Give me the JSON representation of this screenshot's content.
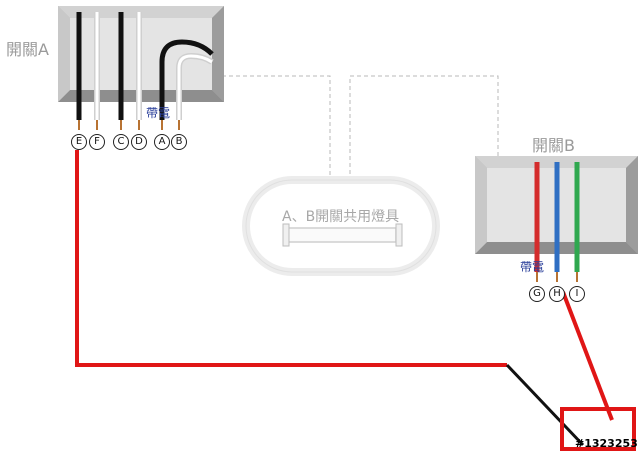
{
  "switch_a": {
    "title": "開關A",
    "charged_label": "帶電",
    "terminals": [
      "E",
      "F",
      "C",
      "D",
      "A",
      "B"
    ]
  },
  "switch_b": {
    "title": "開關B",
    "charged_label": "帶電",
    "terminals": [
      "G",
      "H",
      "I"
    ]
  },
  "lamp": {
    "label": "A、B開關共用燈具"
  },
  "watermark": "#1323253",
  "colors": {
    "box_face": "#e4e4e4",
    "bevel_light": "#bcbcbc",
    "bevel_dark": "#8e8e8e",
    "wire_black": "#111111",
    "wire_white": "#f4f4f4",
    "wire_red": "#d42c2c",
    "wire_blue": "#2f6fc3",
    "wire_green": "#2fa84f",
    "annotation_red": "#e01616",
    "dashed": "#b9b9b9"
  }
}
